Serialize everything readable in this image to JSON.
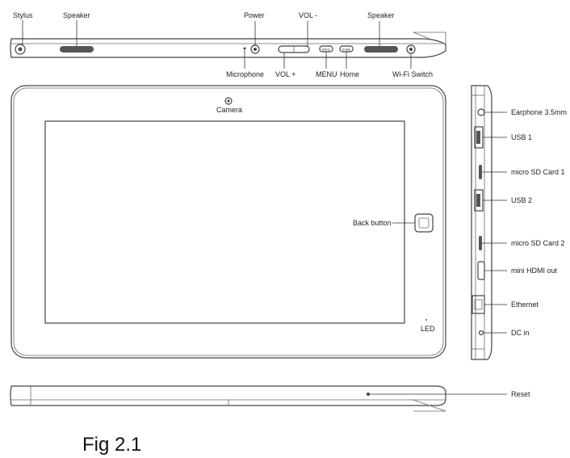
{
  "figure": {
    "caption": "Fig 2.1",
    "top_labels": {
      "stylus": "Stylus",
      "speaker_left": "Speaker",
      "power": "Power",
      "vol_minus": "VOL -",
      "speaker_right": "Speaker",
      "microphone": "Microphone",
      "vol_plus": "VOL +",
      "menu": "MENU",
      "home": "Home",
      "wifi_switch": "Wi-Fi Switch"
    },
    "front_labels": {
      "camera": "Camera",
      "back_button": "Back button",
      "led": "LED"
    },
    "side_labels": {
      "earphone": "Earphone 3.5mm",
      "usb1": "USB 1",
      "micro_sd1": "micro SD Card 1",
      "usb2": "USB 2",
      "micro_sd2": "micro SD Card 2",
      "mini_hdmi": "mini HDMI out",
      "ethernet": "Ethernet",
      "dc_in": "DC in"
    },
    "bottom_labels": {
      "reset": "Reset"
    },
    "button_text": {
      "menu": "MENU",
      "home": "HOME"
    }
  }
}
